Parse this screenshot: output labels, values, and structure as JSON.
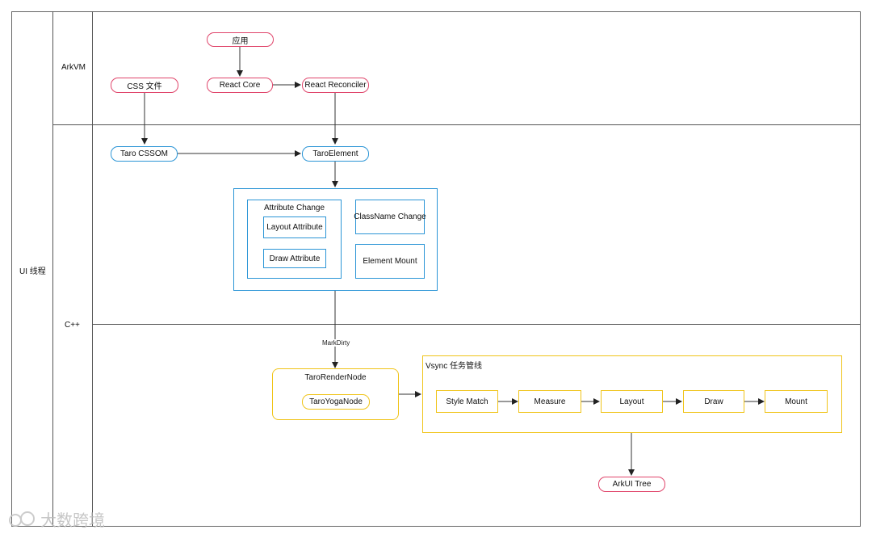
{
  "lanes": {
    "outer": "UI 线程",
    "arkvm": "ArkVM",
    "cpp": "C++"
  },
  "nodes": {
    "app": "应用",
    "css_file": "CSS 文件",
    "react_core": "React Core",
    "react_reconciler": "React Reconciler",
    "taro_cssom": "Taro CSSOM",
    "taro_element": "TaroElement",
    "attribute_change": "Attribute Change",
    "layout_attribute": "Layout Attribute",
    "draw_attribute": "Draw Attribute",
    "classname_change": "ClassName Change",
    "element_mount": "Element Mount",
    "taro_render_node": "TaroRenderNode",
    "taro_yoga_node": "TaroYogaNode",
    "vsync_title": "Vsync 任务管线",
    "style_match": "Style Match",
    "measure": "Measure",
    "layout": "Layout",
    "draw": "Draw",
    "mount": "Mount",
    "arkui_tree": "ArkUI Tree"
  },
  "edges": {
    "mark_dirty": "MarkDirty"
  },
  "watermark": "大数跨境",
  "colors": {
    "pink": "#e0456b",
    "blue": "#2b95d6",
    "gold": "#f0c419",
    "line": "#555555"
  }
}
